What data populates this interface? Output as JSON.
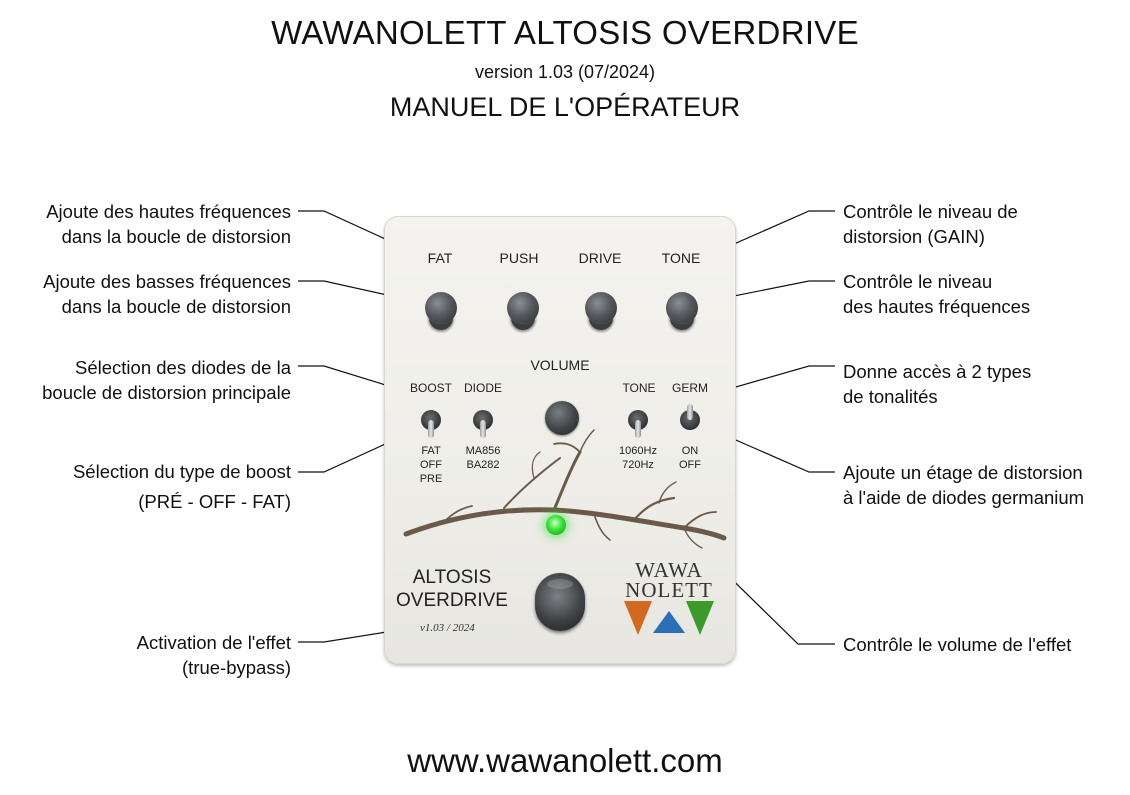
{
  "header": {
    "title": "WAWANOLETT ALTOSIS OVERDRIVE",
    "version": "version 1.03 (07/2024)",
    "manual": "MANUEL DE L'OPÉRATEUR"
  },
  "annotations": {
    "left": [
      [
        "Ajoute des hautes fréquences",
        "dans la boucle de distorsion"
      ],
      [
        "Ajoute des basses fréquences",
        "dans la boucle de distorsion"
      ],
      [
        "Sélection des diodes de la",
        "boucle de distorsion principale"
      ],
      [
        "Sélection du type de boost",
        "(PRÉ - OFF - FAT)"
      ],
      [
        "Activation de l'effet",
        "(true-bypass)"
      ]
    ],
    "right": [
      [
        "Contrôle le niveau de",
        "distorsion (GAIN)"
      ],
      [
        "Contrôle le niveau",
        "des hautes fréquences"
      ],
      [
        "Donne accès à 2 types",
        "de tonalités"
      ],
      [
        "Ajoute un étage de distorsion",
        "à l'aide de diodes germanium"
      ],
      [
        "Contrôle le volume de l'effet"
      ]
    ]
  },
  "pedal": {
    "knob_labels": [
      "FAT",
      "PUSH",
      "DRIVE",
      "TONE"
    ],
    "volume_label": "VOLUME",
    "switch_labels": [
      "BOOST",
      "DIODE",
      "TONE",
      "GERM"
    ],
    "boost_positions": [
      "FAT",
      "OFF",
      "PRE"
    ],
    "diode_positions": [
      "MA856",
      "BA282"
    ],
    "tone_positions": [
      "1060Hz",
      "720Hz"
    ],
    "germ_positions": [
      "ON",
      "OFF"
    ],
    "model_lines": [
      "ALTOSIS",
      "OVERDRIVE"
    ],
    "small_version": "v1.03 / 2024",
    "brand_lines": [
      "WAWA",
      "NOLETT"
    ],
    "logo_colors": {
      "orange": "#d2691e",
      "blue": "#2a6fb8",
      "green": "#3a9a2a"
    },
    "led_color": "#38e038"
  },
  "footer": {
    "website": "www.wawanolett.com"
  }
}
